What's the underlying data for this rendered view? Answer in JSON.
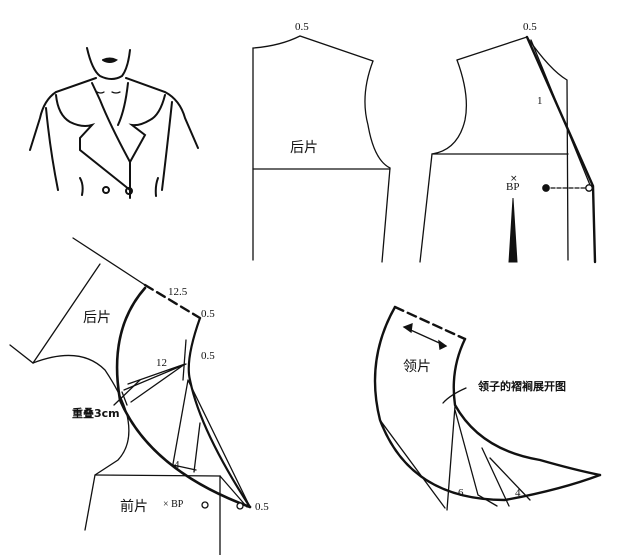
{
  "figure": {
    "type": "garment pattern drafting diagram",
    "panels": [
      {
        "id": "illustration",
        "description": "woman bust sketch wearing double-breasted jacket with ruffled collar"
      },
      {
        "id": "back-bodice",
        "labels": {
          "piece": "后片",
          "neck_raise": "0.5"
        }
      },
      {
        "id": "front-bodice",
        "labels": {
          "neck_raise": "0.5",
          "lapel": "1",
          "bust_point": "BP"
        }
      },
      {
        "id": "collar-draft",
        "labels": {
          "back_piece": "后片",
          "front_piece": "前片",
          "collar_length": "12.5",
          "top_offset": "0.5",
          "mid_offset": "0.5",
          "segment": "12",
          "overlap": "重叠3cm",
          "lower_mark": "4",
          "bust_point": "BP",
          "front_offset": "0.5"
        }
      },
      {
        "id": "collar-spread",
        "labels": {
          "piece": "领片",
          "caption": "领子的褶裥展开图",
          "spread_a": "6",
          "spread_b": "4"
        }
      }
    ]
  },
  "labels": {
    "back_neck": "0.5",
    "back_piece": "后片",
    "front_neck": "0.5",
    "lapel_mark": "1",
    "bp_top": "BP",
    "bp_x": "×",
    "collar_back_piece": "后片",
    "collar_len": "12.5",
    "collar_off1": "0.5",
    "collar_off2": "0.5",
    "collar_12": "12",
    "overlap": "重叠3cm",
    "collar_4": "4",
    "front_piece": "前片",
    "bp_bottom": "× BP",
    "front_off": "0.5",
    "collar_piece": "领片",
    "spread_caption": "领子的褶裥展开图",
    "spread_6": "6",
    "spread_4": "4"
  },
  "colors": {
    "line": "#111111",
    "background": "#ffffff"
  }
}
